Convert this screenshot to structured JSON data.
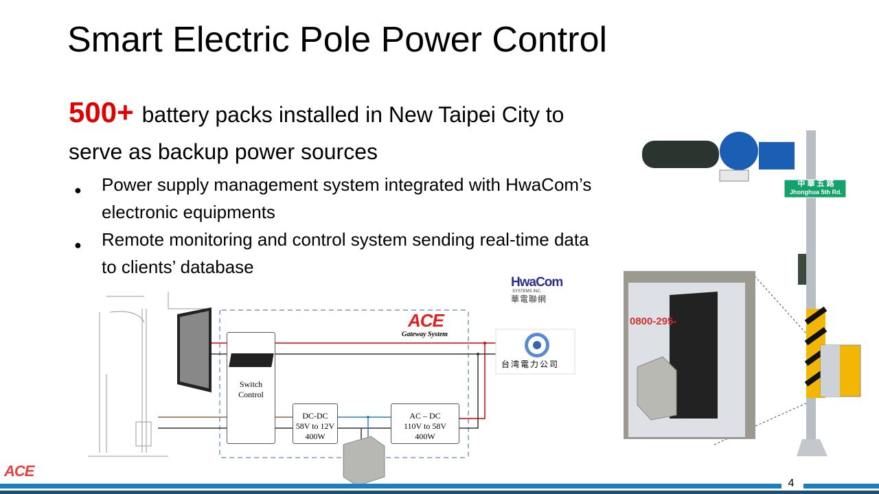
{
  "slide": {
    "title": "Smart Electric Pole Power Control",
    "highlight": "500+",
    "lead_line1": "battery packs installed in New Taipei City to",
    "lead_line2": "serve as backup power sources",
    "bullets": [
      {
        "line1": "Power supply management system integrated with HwaCom’s",
        "line2": "electronic equipments"
      },
      {
        "line1": "Remote monitoring and control system sending real-time data",
        "line2": "to clients’ database"
      }
    ],
    "page_number": "4"
  },
  "diagram": {
    "switch_label_1": "Switch",
    "switch_label_2": "Control",
    "dcdc": {
      "l1": "DC-DC",
      "l2": "58V to 12V",
      "l3": "400W"
    },
    "acdc": {
      "l1": "AC – DC",
      "l2": "110V to 58V",
      "l3": "400W"
    },
    "ace_logo": "ACE",
    "gateway_label": "Gateway System",
    "taipower_label": "台湾電力公司",
    "hwacom_logo": "HwaCom",
    "hwacom_sub": "SYSTEMS INC.",
    "hwacom_cn": "華電聯網"
  },
  "photo": {
    "street_sign_cn": "中 華 五 路",
    "street_sign_en": "Jhonghua 5th Rd.",
    "cabinet_phone": "0800-295-"
  },
  "footer": {
    "logo": "ACE"
  },
  "colors": {
    "red": "#e00000",
    "accent_blue": "#1a7fc1",
    "navy": "#1f4e79"
  }
}
